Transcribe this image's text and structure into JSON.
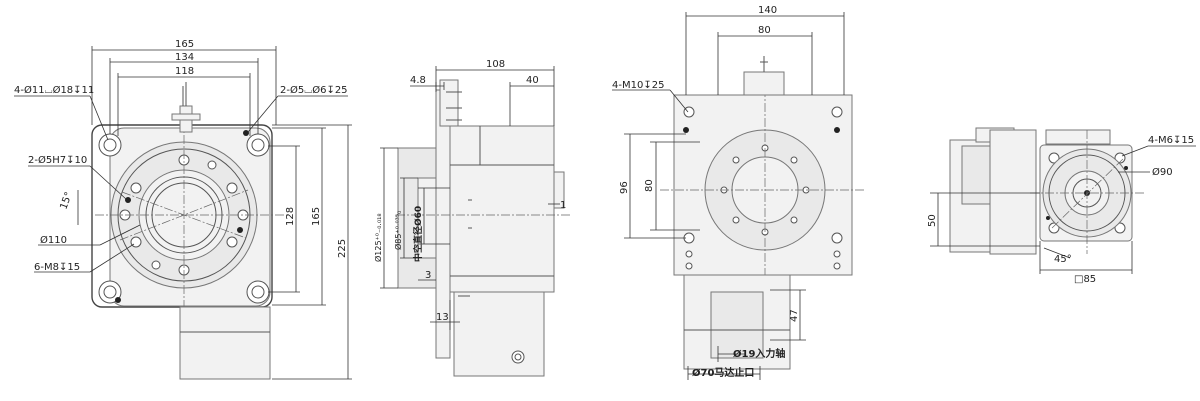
{
  "front_view": {
    "width_165": "165",
    "width_134": "134",
    "width_118": "118",
    "corner_holes": "4-Ø11⌴Ø18↧11",
    "pin_holes": "2-Ø5H7↧10",
    "pin_holes_right": "2-Ø5⌴Ø6↧25",
    "angle_15": "15°",
    "bore": "Ø110",
    "threaded": "6-M8↧15",
    "height_128": "128",
    "height_165": "165",
    "height_225": "225"
  },
  "side_view": {
    "dim_108": "108",
    "dim_40": "40",
    "dim_4_8": "4.8",
    "dia_125": "Ø125⁺⁰₋₀.₀₁₈",
    "dia_85": "Ø85⁺⁰·⁰³⁵₀",
    "hollow": "中空直径Ø60",
    "dim_3": "3",
    "dim_13": "13",
    "dim_1": "1"
  },
  "top_view": {
    "dim_140": "140",
    "dim_80_top": "80",
    "mounting": "4-M10↧25",
    "dim_96": "96",
    "dim_80_side": "80",
    "dim_47": "47",
    "input_shaft": "Ø19入力轴",
    "motor_spigot": "Ø70马达止口"
  },
  "motor_view": {
    "threaded": "4-M6↧15",
    "dia_90": "Ø90",
    "dim_50": "50",
    "angle_45": "45°",
    "square_85": "□85"
  }
}
